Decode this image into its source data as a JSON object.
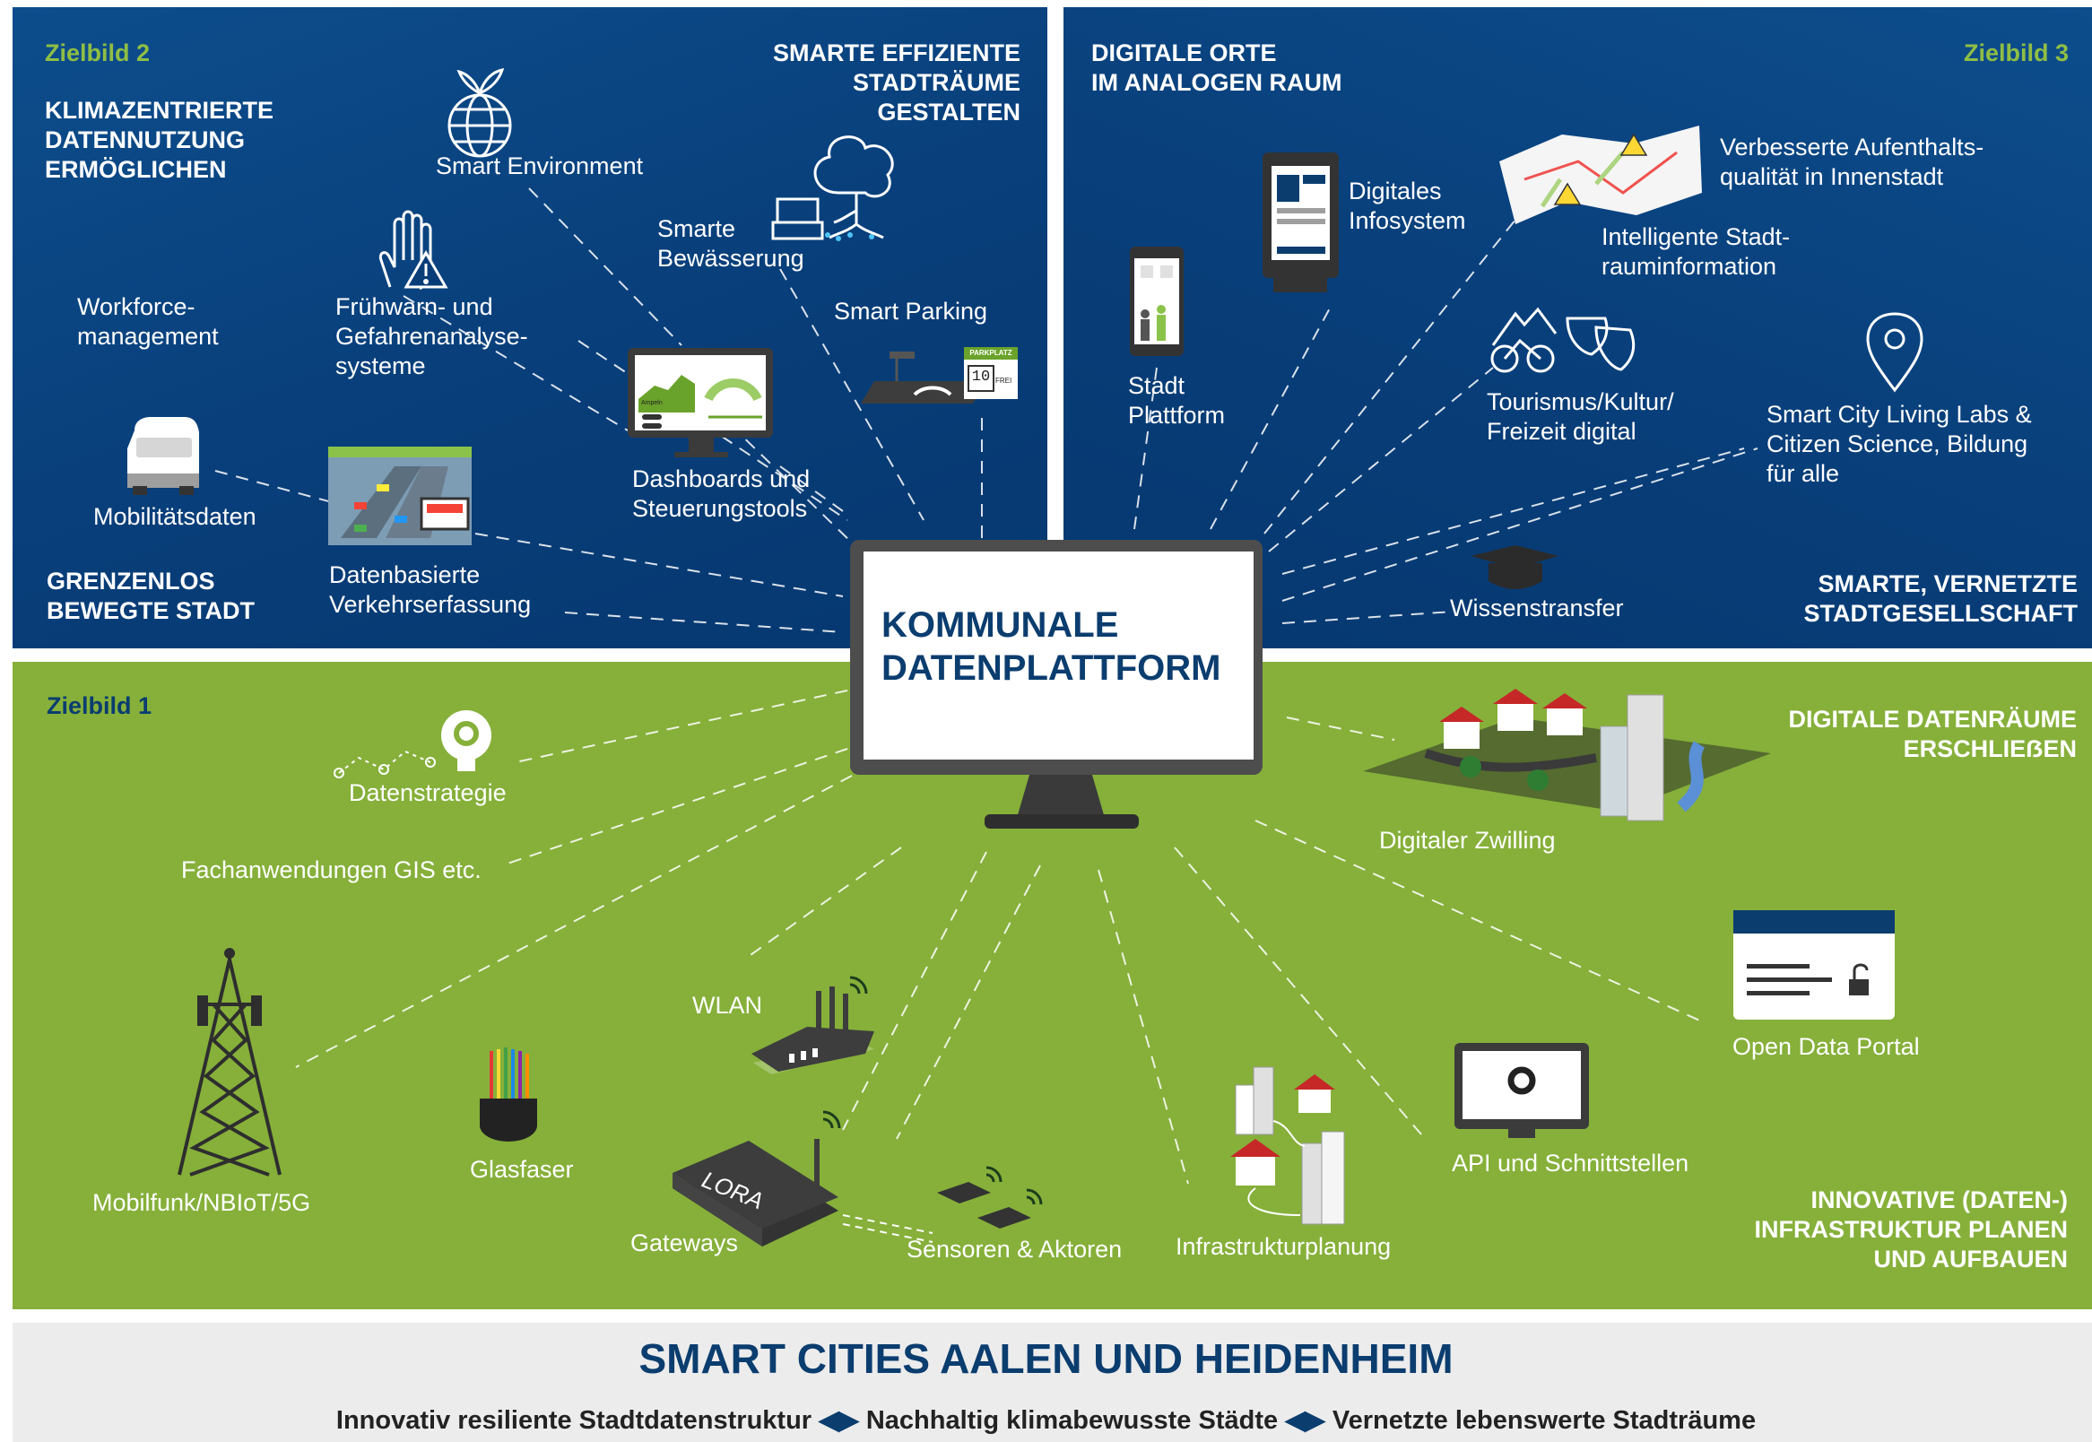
{
  "zielbild2": {
    "label": "Zielbild 2",
    "heading_tl": "KLIMAZENTRIERTE\nDATENNUTZUNG\nERMÖGLICHEN",
    "heading_tr": "SMARTE EFFIZIENTE\nSTADTRÄUME\nGESTALTEN",
    "heading_bl": "GRENZENLOS\nBEWEGTE STADT",
    "items": {
      "smart_environment": "Smart Environment",
      "smarte_bewaesserung": "Smarte\nBewässerung",
      "smart_parking": "Smart Parking",
      "workforce": "Workforce-\nmanagement",
      "fruehwarn": "Frühwarn- und\nGefahrenanalyse-\nsysteme",
      "dashboards": "Dashboards und\nSteuerungstools",
      "mobilitaetsdaten": "Mobilitätsdaten",
      "verkehrserfassung": "Datenbasierte\nVerkehrserfassung"
    },
    "parking_sign": {
      "top": "PARKPLATZ",
      "count": "10",
      "free": "FREI"
    },
    "dashboard_label": "Ampeln"
  },
  "zielbild3": {
    "label": "Zielbild 3",
    "heading_tl": "DIGITALE ORTE\nIM ANALOGEN RAUM",
    "heading_br": "SMARTE, VERNETZTE\nSTADTGESELLSCHAFT",
    "items": {
      "infosystem": "Digitales\nInfosystem",
      "aufenthalt": "Verbesserte Aufenthalts-\nqualität in Innenstadt",
      "stadtraum": "Intelligente Stadt-\nrauminformation",
      "stadtplattform": "Stadt\nPlattform",
      "tourismus": "Tourismus/Kultur/\nFreizeit digital",
      "livinglabs": "Smart City Living Labs &\nCitizen Science, Bildung\nfür alle",
      "wissenstransfer": "Wissenstransfer"
    }
  },
  "zielbild1": {
    "label": "Zielbild 1",
    "heading_tr": "DIGITALE DATENRÄUME\nERSCHLIEẞEN",
    "heading_br": "INNOVATIVE (DATEN-)\nINFRASTRUKTUR PLANEN\nUND AUFBAUEN",
    "items": {
      "datenstrategie": "Datenstrategie",
      "fachanwendungen": "Fachanwendungen GIS etc.",
      "digitaler_zwilling": "Digitaler Zwilling",
      "open_data": "Open Data Portal",
      "wlan": "WLAN",
      "mobilfunk": "Mobilfunk/NBIoT/5G",
      "glasfaser": "Glasfaser",
      "gateways": "Gateways",
      "sensoren": "Sensoren & Aktoren",
      "infrastruktur": "Infrastrukturplanung",
      "api": "API und Schnittstellen"
    },
    "lora_label": "LORA"
  },
  "center": {
    "title": "KOMMUNALE\nDATENPLATTFORM"
  },
  "footer": {
    "title": "SMART CITIES AALEN UND HEIDENHEIM",
    "tag1": "Innovativ resiliente Stadtdatenstruktur",
    "tag2": "Nachhaltig klimabewusste Städte",
    "tag3": "Vernetzte lebenswerte Stadträume",
    "arrow": "◀▶"
  },
  "colors": {
    "navy": "#083d78",
    "green": "#86b03a",
    "light_green": "#8fbe45",
    "title_blue": "#0b3d6f"
  },
  "icons": [
    "globe-plant-icon",
    "tree-roots-icon",
    "hand-warning-icon",
    "dashboard-monitor-icon",
    "parking-sensor-icon",
    "van-icon",
    "traffic-camera-icon",
    "smartphone-icon",
    "info-kiosk-icon",
    "map-icon",
    "bike-mountain-icon",
    "theater-masks-icon",
    "location-pin-icon",
    "graduation-cap-icon",
    "lightbulb-gear-icon",
    "city-model-icon",
    "document-lock-icon",
    "router-icon",
    "cell-tower-icon",
    "fiber-bundle-icon",
    "lora-gateway-icon",
    "sensor-icon",
    "city-plan-icon",
    "api-monitor-icon"
  ]
}
